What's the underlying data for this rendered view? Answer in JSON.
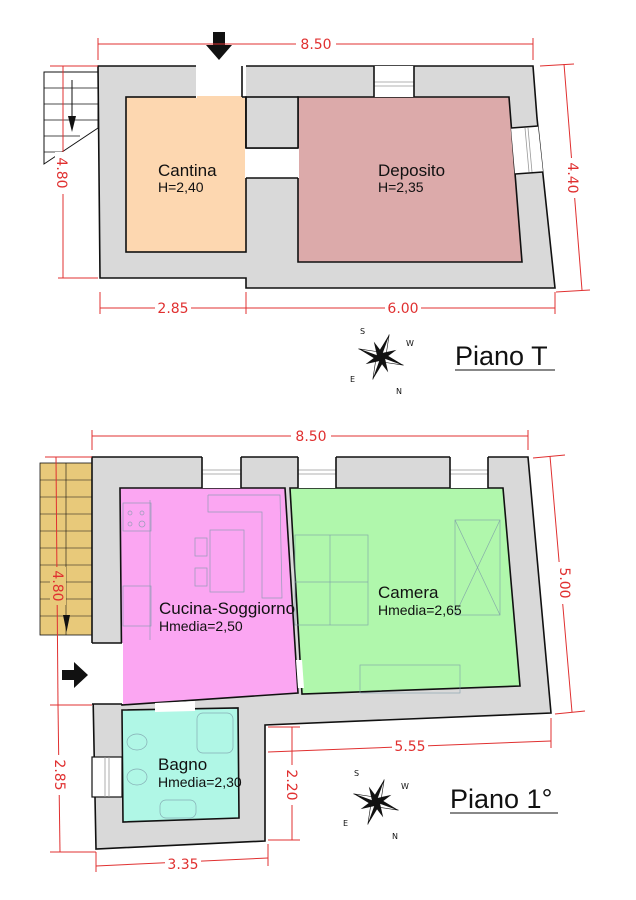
{
  "floors": [
    {
      "title": "Piano T",
      "rooms": [
        {
          "name": "Cantina",
          "height": "H=2,40",
          "color": "#fdd7b0"
        },
        {
          "name": "Deposito",
          "height": "H=2,35",
          "color": "#dcaaaa"
        }
      ],
      "dimensions": {
        "top": "8.50",
        "left": "4.80",
        "right": "4.40",
        "bottom_left": "2.85",
        "bottom_right": "6.00"
      },
      "compass": {
        "s": "S",
        "w": "W",
        "e": "E",
        "n": "N"
      }
    },
    {
      "title": "Piano 1°",
      "rooms": [
        {
          "name": "Cucina-Soggiorno",
          "height": "Hmedia=2,50",
          "color": "#fba6f2"
        },
        {
          "name": "Camera",
          "height": "Hmedia=2,65",
          "color": "#b0f7ac"
        },
        {
          "name": "Bagno",
          "height": "Hmedia=2,30",
          "color": "#b0f7e6"
        }
      ],
      "dimensions": {
        "top": "8.50",
        "left_upper": "4.80",
        "left_lower": "2.85",
        "right": "5.00",
        "inner_horizontal": "5.55",
        "inner_vertical": "2.20",
        "bottom": "3.35"
      },
      "compass": {
        "s": "S",
        "w": "W",
        "e": "E",
        "n": "N"
      }
    }
  ],
  "colors": {
    "wall": "#d9d9d9",
    "stairs": "#e8c97a",
    "dimension": "#e03030"
  }
}
